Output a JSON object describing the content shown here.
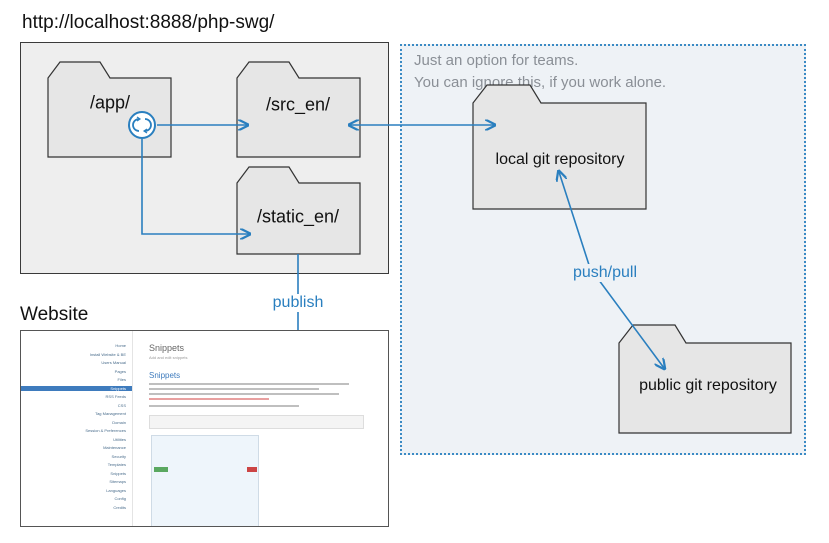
{
  "title": "http://localhost:8888/php-swg/",
  "team_note": {
    "line1": "Just an option for teams.",
    "line2": "You can ignore this, if you work alone."
  },
  "folders": {
    "app": "/app/",
    "src_en": "/src_en/",
    "static_en": "/static_en/",
    "local_repo": "local git repository",
    "public_repo": "public git repository"
  },
  "edges": {
    "publish": "publish",
    "push_pull": "push/pull"
  },
  "website": {
    "title": "Website",
    "screenshot": {
      "page_title": "Snippets",
      "page_subtitle": "Add and edit snippets",
      "section_title": "Snippets",
      "nav_items": [
        "Home",
        "Install Website & BE",
        "Users Manual",
        "Pages",
        "Files",
        "Snippets",
        "RSS Feeds",
        "CSS",
        "Tag Management",
        "Domain",
        "Session & Preferences",
        "Utilities",
        "Maintenance",
        "Security",
        "Templates",
        "Snippets",
        "Sitemaps",
        "Languages",
        "Config",
        "Credits"
      ],
      "active_nav_index": 5
    }
  },
  "colors": {
    "accent": "#2a7fbf",
    "folder_fill": "#e6e6e6",
    "folder_stroke": "#333333",
    "team_border": "#3a8ac4",
    "site_box": "#eeeeee"
  },
  "icons": {
    "sync": "sync-icon",
    "folder": "folder-icon",
    "arrow": "arrow-head-icon"
  }
}
